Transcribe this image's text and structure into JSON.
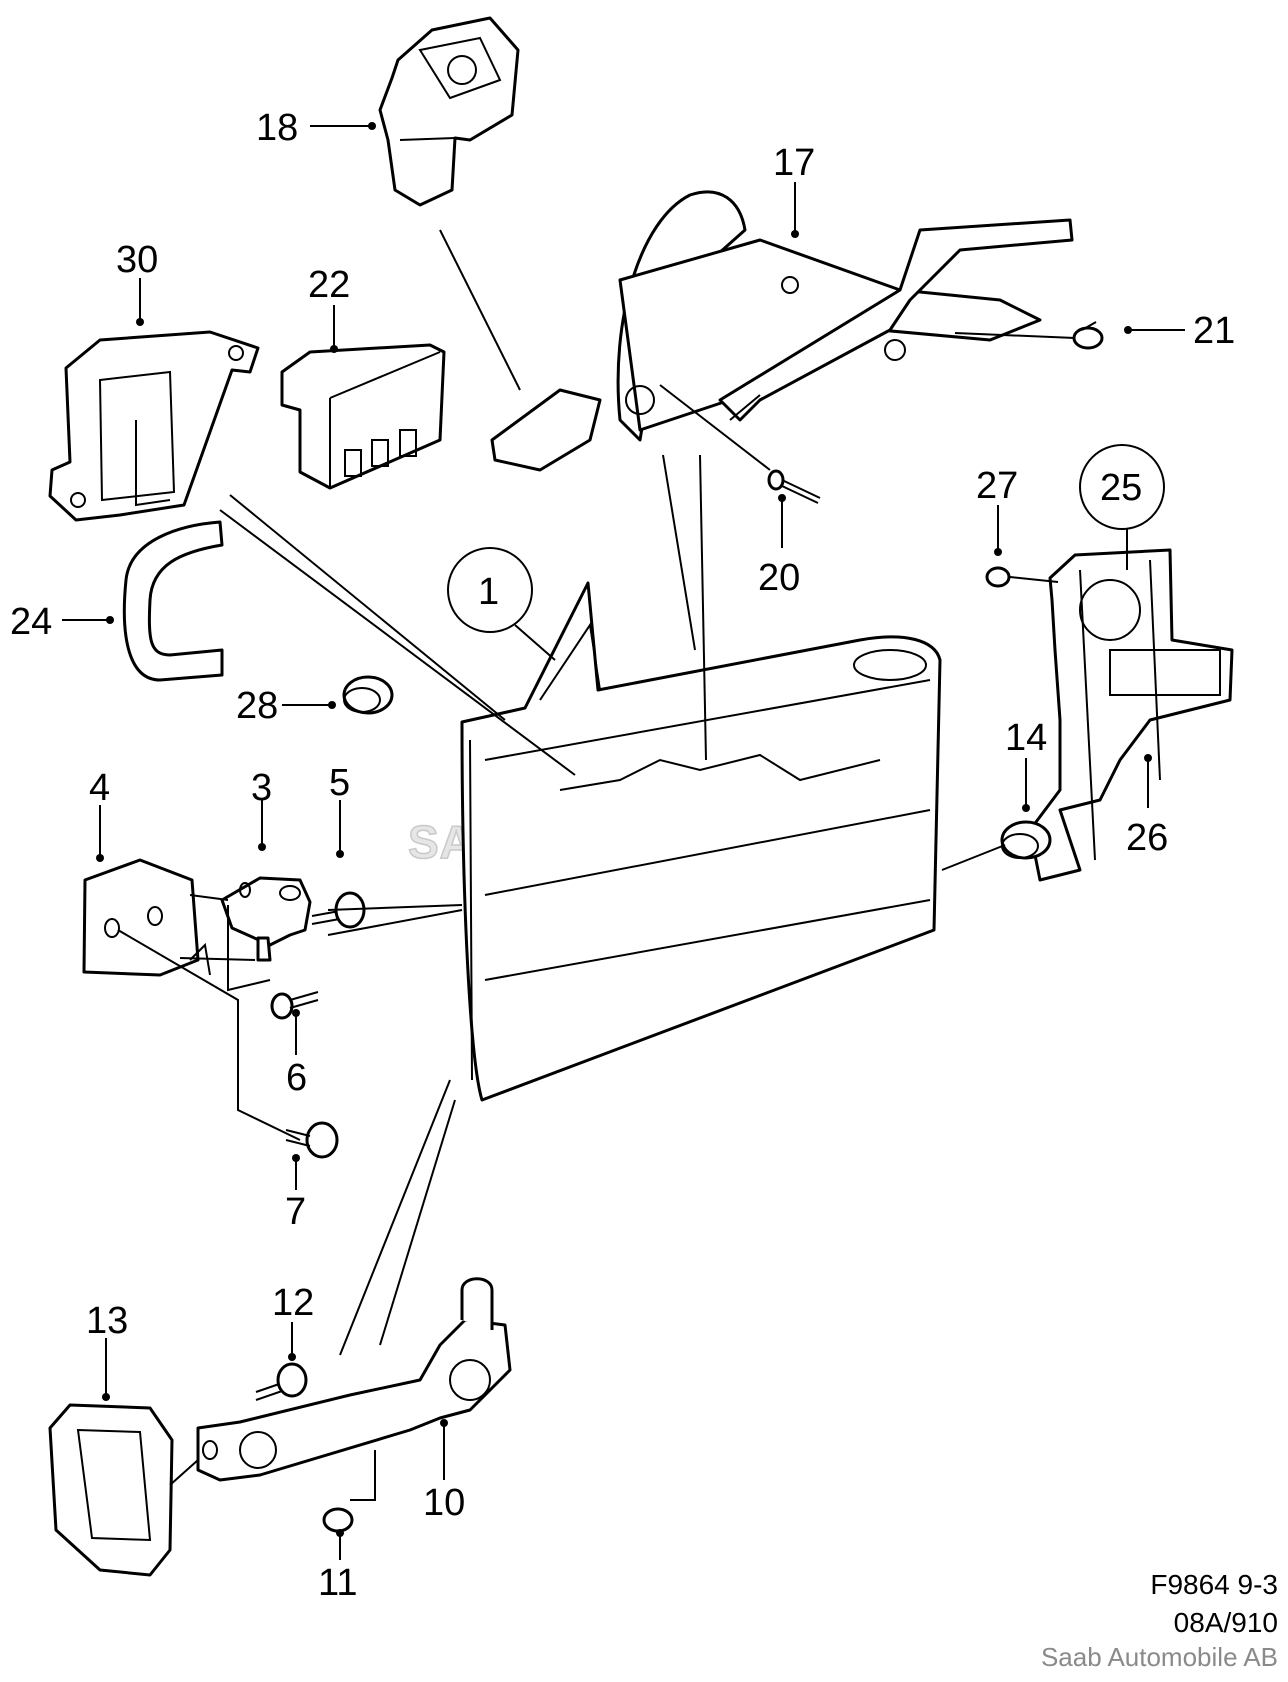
{
  "diagram": {
    "callouts": [
      "1",
      "3",
      "4",
      "5",
      "6",
      "7",
      "10",
      "11",
      "12",
      "13",
      "14",
      "17",
      "18",
      "20",
      "21",
      "22",
      "24",
      "25",
      "26",
      "27",
      "28",
      "30"
    ],
    "watermark": "SAAB-MASTER",
    "footer": {
      "code": "F9864 9-3",
      "ref": "08A/910",
      "copyright": "Saab Automobile AB"
    },
    "colors": {
      "line": "#000000",
      "background": "#ffffff",
      "muted": "#8a8a8a"
    }
  }
}
